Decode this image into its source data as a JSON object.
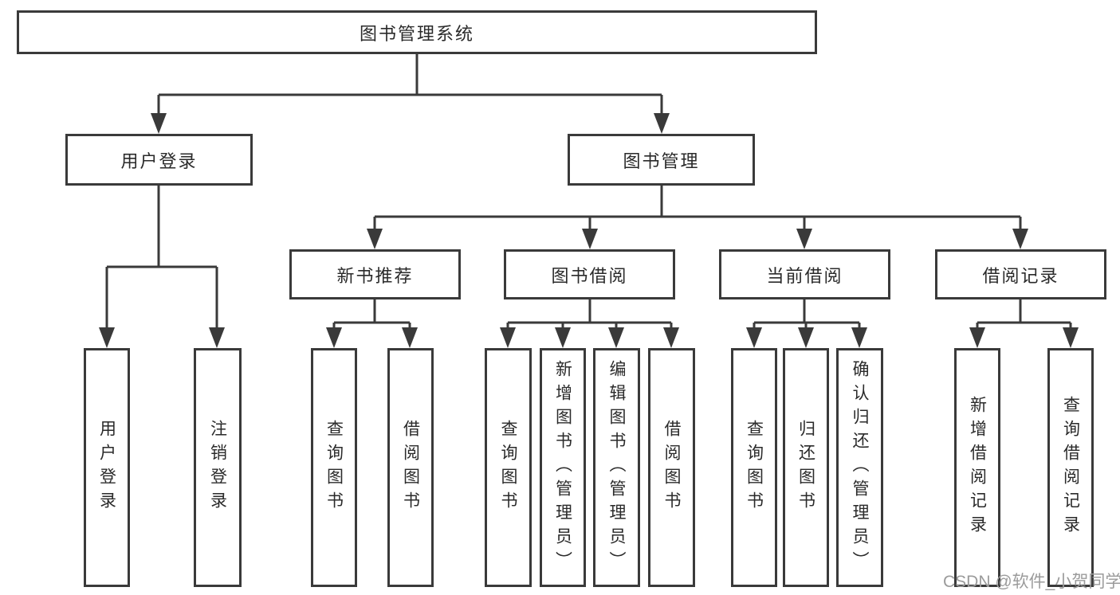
{
  "nodes": {
    "root": "图书管理系统",
    "user_login": "用户登录",
    "book_management": "图书管理",
    "new_book_recommend": "新书推荐",
    "book_borrowing": "图书借阅",
    "current_borrowing": "当前借阅",
    "borrowing_records": "借阅记录",
    "leaf_user_login": "用户登录",
    "leaf_logout_login": "注销登录",
    "leaf_query_books_recommend": "查询图书",
    "leaf_borrow_books_recommend": "借阅图书",
    "leaf_query_books_borrowing": "查询图书",
    "leaf_add_books_admin": "新增图书（管理员）",
    "leaf_edit_books_admin": "编辑图书（管理员）",
    "leaf_borrow_books_borrowing": "借阅图书",
    "leaf_query_books_current": "查询图书",
    "leaf_return_books": "归还图书",
    "leaf_confirm_return_admin": "确认归还（管理员）",
    "leaf_add_borrow_record": "新增借阅记录",
    "leaf_query_borrow_record": "查询借阅记录"
  },
  "watermark": "CSDN @软件_小贺同学",
  "colors": {
    "line": "#3a3a3a",
    "text": "#2a2a2a",
    "background": "#ffffff",
    "watermark": "#9b9b9b"
  }
}
